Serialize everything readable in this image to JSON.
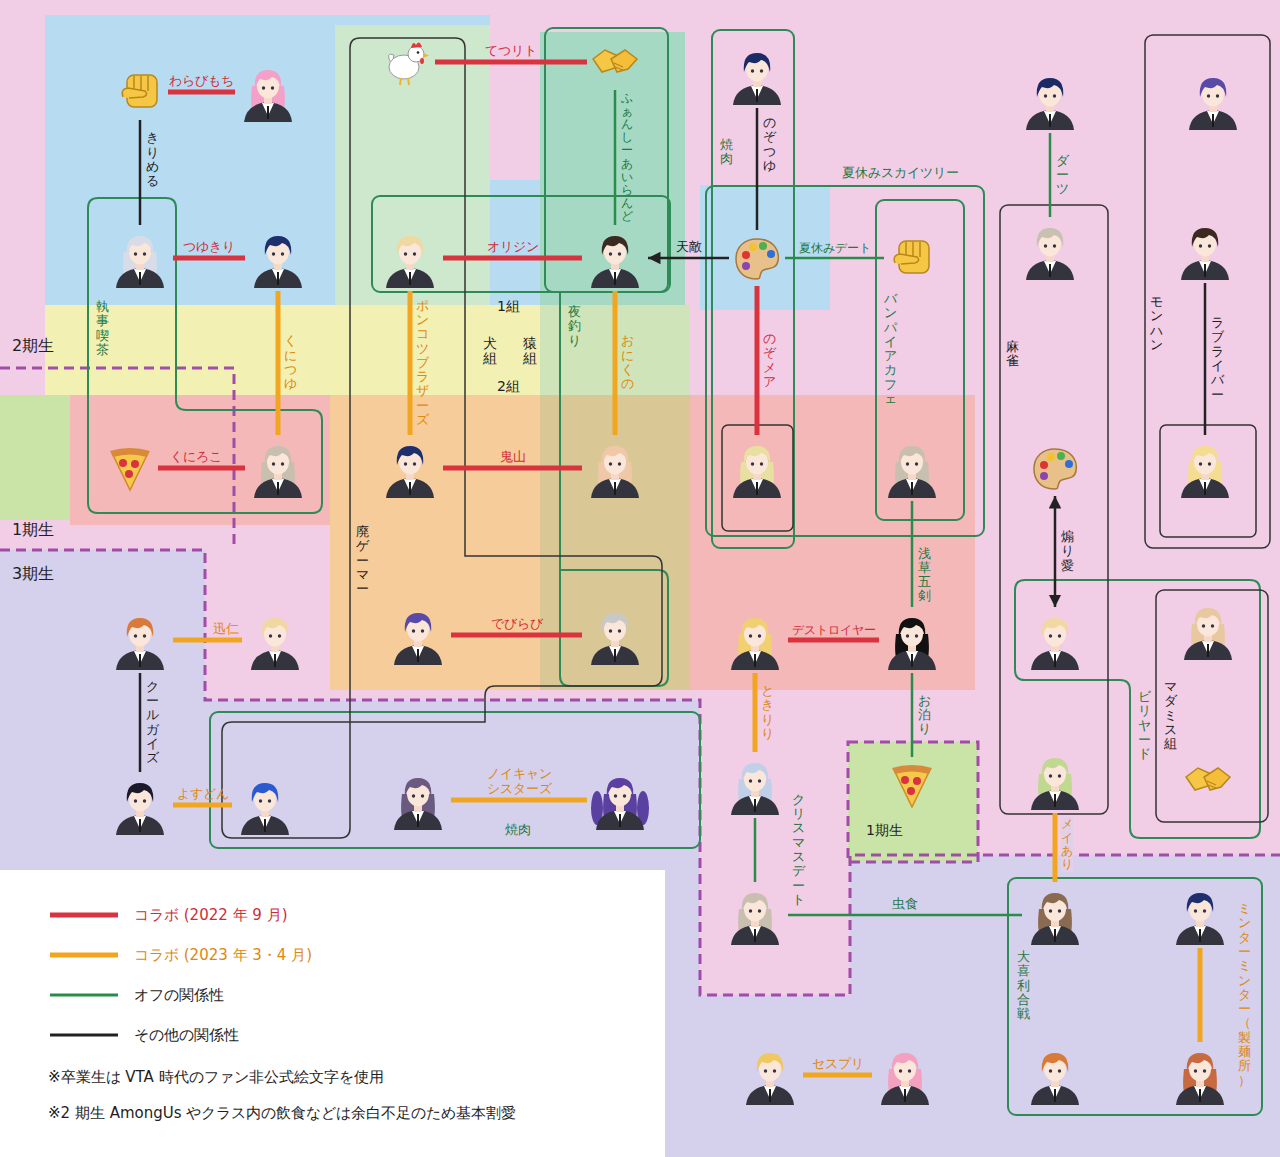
{
  "diagram": {
    "nodes": [
      {
        "text": []
      },
      {
        "text": []
      },
      {
        "text": []
      },
      {
        "text": []
      },
      {
        "text": []
      },
      {
        "text": []
      },
      {
        "text": []
      },
      {
        "text": []
      },
      {
        "text": []
      },
      {
        "text": []
      },
      {
        "text": []
      },
      {
        "text": []
      },
      {
        "text": []
      },
      {
        "text": []
      },
      {
        "text": []
      },
      {
        "text": []
      },
      {
        "text": []
      },
      {
        "text": []
      },
      {
        "text": []
      },
      {
        "text": []
      },
      {
        "text": []
      },
      {
        "text": []
      },
      {
        "text": []
      },
      {
        "text": []
      },
      {
        "text": []
      },
      {
        "text": []
      },
      {
        "text": []
      },
      {
        "text": []
      },
      {
        "text": []
      },
      {
        "text": []
      },
      {
        "text": []
      },
      {
        "text": []
      },
      {
        "text": []
      },
      {
        "text": []
      },
      {
        "text": []
      },
      {
        "text": []
      },
      {
        "text": []
      },
      {
        "text": []
      },
      {
        "text": []
      },
      {
        "text": []
      },
      {
        "text": []
      },
      {
        "text": []
      },
      {
        "text": []
      },
      {
        "text": []
      },
      {
        "text": []
      },
      {
        "text": []
      }
    ],
    "edges": [
      {
        "from": 0,
        "to": 1,
        "label": "わらびもち",
        "arrow": "none"
      },
      {
        "from": 2,
        "to": 3,
        "label": "てつリト",
        "arrow": "none"
      },
      {
        "from": 0,
        "to": 7,
        "label": "きりめる",
        "arrow": "none"
      },
      {
        "from": 3,
        "to": 10,
        "label": "ふぁんしーあいらんど",
        "arrow": "none"
      },
      {
        "from": 4,
        "to": 11,
        "label": "のぞつゆ",
        "arrow": "none"
      },
      {
        "from": 11,
        "to": 10,
        "label": "天敵",
        "arrow": "to"
      },
      {
        "from": 11,
        "to": 12,
        "label": "夏休みデート",
        "arrow": "none"
      },
      {
        "from": 7,
        "to": 8,
        "label": "つゆきり",
        "arrow": "none"
      },
      {
        "from": 9,
        "to": 10,
        "label": "オリジン",
        "arrow": "none"
      },
      {
        "from": 11,
        "to": 19,
        "label": "のぞメア",
        "arrow": "none"
      },
      {
        "from": 8,
        "to": 16,
        "label": "くにつゆ",
        "arrow": "none"
      },
      {
        "from": 9,
        "to": 17,
        "label": "ポンコツブラザーズ",
        "arrow": "none"
      },
      {
        "from": 10,
        "to": 18,
        "label": "おにくの",
        "arrow": "none"
      },
      {
        "from": 5,
        "to": 13,
        "label": "ダーツ",
        "arrow": "none"
      },
      {
        "from": 14,
        "to": 22,
        "label": "ラブライバー",
        "arrow": "none"
      },
      {
        "from": 15,
        "to": 16,
        "label": "くにろこ",
        "arrow": "none"
      },
      {
        "from": 17,
        "to": 18,
        "label": "鬼山",
        "arrow": "none"
      },
      {
        "from": 21,
        "to": 29,
        "label": "煽り愛",
        "arrow": "both"
      },
      {
        "from": 23,
        "to": 24,
        "label": "迅仁",
        "arrow": "none"
      },
      {
        "from": 25,
        "to": 26,
        "label": "でびらび",
        "arrow": "none"
      },
      {
        "from": 27,
        "to": 28,
        "label": "デストロイヤー",
        "arrow": "none"
      },
      {
        "from": 20,
        "to": 28,
        "label": "浅草五剣",
        "arrow": "none"
      },
      {
        "from": 23,
        "to": 31,
        "label": "クールガイズ",
        "arrow": "none"
      },
      {
        "from": 27,
        "to": 35,
        "label": "ときりり",
        "arrow": "none"
      },
      {
        "from": 28,
        "to": 36,
        "label": "お泊り",
        "arrow": "none"
      },
      {
        "from": 31,
        "to": 32,
        "label": "よすどん",
        "arrow": "none"
      },
      {
        "from": 33,
        "to": 34,
        "label": "ノイキャン シスターズ",
        "arrow": "none"
      },
      {
        "from": 35,
        "to": 39,
        "label": "クリスマスデート",
        "arrow": "none"
      },
      {
        "from": 39,
        "to": 40,
        "label": "虫食",
        "arrow": "none"
      },
      {
        "from": 37,
        "to": 40,
        "label": "メイあり",
        "arrow": "none"
      },
      {
        "from": 41,
        "to": 45,
        "label": "ミンターミンター（製麺所）",
        "arrow": "none"
      },
      {
        "from": 42,
        "to": 43,
        "label": "セスプリ",
        "arrow": "none"
      }
    ],
    "labels": [
      "2期生",
      "1期生",
      "3期生",
      "1組",
      "犬組",
      "猿組",
      "2組",
      "執事喫茶",
      "廃ゲーマー",
      "夜釣り",
      "焼肉",
      "夏休みスカイツリー",
      "バンパイアカフェ",
      "麻雀",
      "モンハン",
      "ビリヤード",
      "マダミス組",
      "1期生",
      "大喜利合戦",
      "焼肉",
      "※卒業生は VTA 時代のファン非公式絵文字を使用",
      "※2 期生 AmongUs やクラス内の飲食などは余白不足のため基本割愛"
    ],
    "legend": [
      {
        "text": "コラボ (2022 年 9 月)"
      },
      {
        "text": "コラボ (2023 年 3・4 月)"
      },
      {
        "text": "オフの関係性"
      },
      {
        "text": "その他の関係性"
      }
    ]
  }
}
